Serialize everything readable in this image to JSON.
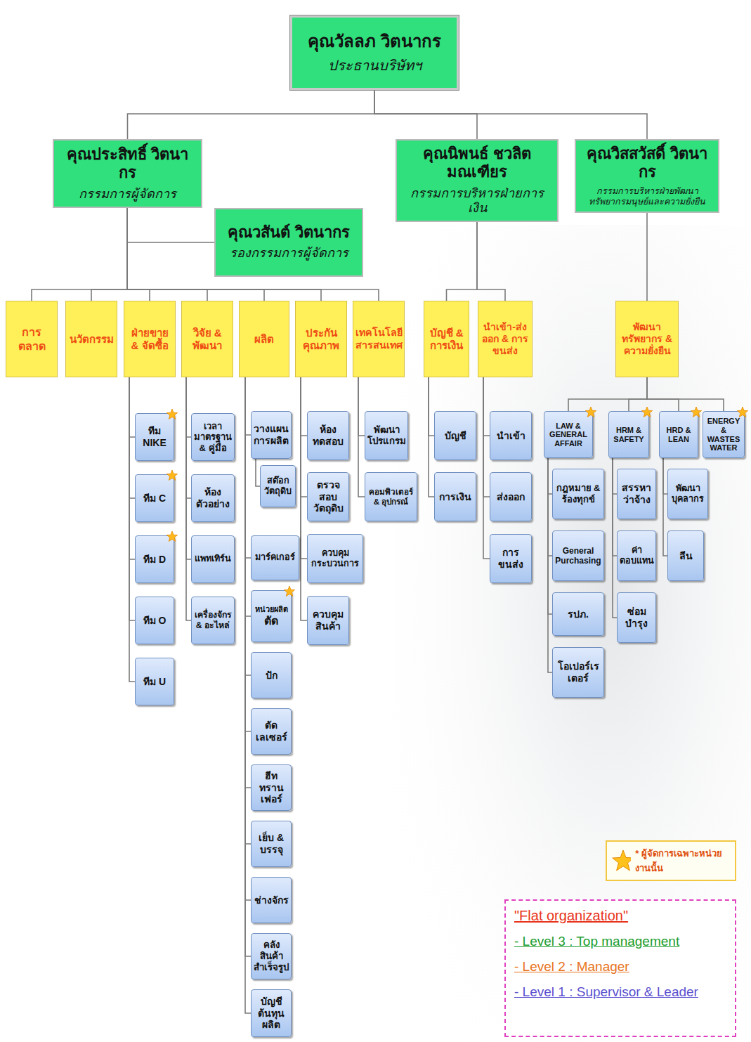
{
  "diagram": {
    "nodes": [
      {
        "text": [
          "คุณวัลลภ วิตนากร",
          "ประธานบริษัทฯ"
        ]
      },
      {
        "text": [
          "คุณประสิทธิ์ วิตนากร",
          "กรรมการผู้จัดการ"
        ]
      },
      {
        "text": [
          "คุณนิพนธ์ ชวลิตมณเฑียร",
          "กรรมการบริหารฝ่ายการเงิน"
        ]
      },
      {
        "text": [
          "คุณวิสสวัสดิ์ วิตนากร",
          "กรรมการบริหารฝ่ายพัฒนาทรัพยากรมนุษย์และความยั่งยืน"
        ]
      },
      {
        "text": [
          "คุณวสันต์ วิตนากร",
          "รองกรรมการผู้จัดการ"
        ]
      },
      {
        "text": [
          "การตลาด"
        ]
      },
      {
        "text": [
          "นวัตกรรม"
        ]
      },
      {
        "text": [
          "ฝ่ายขาย & จัดซื้อ"
        ]
      },
      {
        "text": [
          "วิจัย & พัฒนา"
        ]
      },
      {
        "text": [
          "ผลิต"
        ]
      },
      {
        "text": [
          "ประกันคุณภาพ"
        ]
      },
      {
        "text": [
          "เทคโนโลยีสารสนเทศ"
        ]
      },
      {
        "text": [
          "บัญชี & การเงิน"
        ]
      },
      {
        "text": [
          "นำเข้า-ส่งออก & การขนส่ง"
        ]
      },
      {
        "text": [
          "พัฒนาทรัพยากร & ความยั่งยืน"
        ]
      },
      {
        "text": [
          "ทีม NIKE"
        ]
      },
      {
        "text": [
          "ทีม C"
        ]
      },
      {
        "text": [
          "ทีม D"
        ]
      },
      {
        "text": [
          "ทีม O"
        ]
      },
      {
        "text": [
          "ทีม U"
        ]
      },
      {
        "text": [
          "เวลามาตรฐาน & คู่มือ"
        ]
      },
      {
        "text": [
          "ห้องตัวอย่าง"
        ]
      },
      {
        "text": [
          "แพทเทิร์น"
        ]
      },
      {
        "text": [
          "เครื่องจักร & อะไหล่"
        ]
      },
      {
        "text": [
          "วางแผนการผลิต"
        ]
      },
      {
        "text": [
          "สต๊อกวัตถุดิบ"
        ]
      },
      {
        "text": [
          "มาร์คเกอร์"
        ]
      },
      {
        "text": [
          "หน่วยผลิต",
          "ตัด"
        ]
      },
      {
        "text": [
          "ปัก"
        ]
      },
      {
        "text": [
          "ตัดเลเซอร์"
        ]
      },
      {
        "text": [
          "ฮีท ทรานเฟอร์"
        ]
      },
      {
        "text": [
          "เย็บ & บรรจุ"
        ]
      },
      {
        "text": [
          "ช่างจักร"
        ]
      },
      {
        "text": [
          "คลังสินค้าสำเร็จรูป"
        ]
      },
      {
        "text": [
          "บัญชีต้นทุนผลิต"
        ]
      },
      {
        "text": [
          "ห้องทดสอบ"
        ]
      },
      {
        "text": [
          "ตรวจสอบวัตถุดิบ"
        ]
      },
      {
        "text": [
          "ควบคุมกระบวนการ"
        ]
      },
      {
        "text": [
          "ควบคุมสินค้า"
        ]
      },
      {
        "text": [
          "พัฒนาโปรแกรม"
        ]
      },
      {
        "text": [
          "คอมพิวเตอร์ & อุปกรณ์"
        ]
      },
      {
        "text": [
          "บัญชี"
        ]
      },
      {
        "text": [
          "การเงิน"
        ]
      },
      {
        "text": [
          "นำเข้า"
        ]
      },
      {
        "text": [
          "ส่งออก"
        ]
      },
      {
        "text": [
          "การขนส่ง"
        ]
      },
      {
        "text": [
          "LAW & GENERAL AFFAIR"
        ]
      },
      {
        "text": [
          "HRM & SAFETY"
        ]
      },
      {
        "text": [
          "HRD & LEAN"
        ]
      },
      {
        "text": [
          "ENERGY & WASTES WATER"
        ]
      },
      {
        "text": [
          "กฎหมาย & ร้องทุกข์"
        ]
      },
      {
        "text": [
          "General Purchasing"
        ]
      },
      {
        "text": [
          "รปภ."
        ]
      },
      {
        "text": [
          "โอเปอร์เรเตอร์"
        ]
      },
      {
        "text": [
          "สรรหาว่าจ้าง"
        ]
      },
      {
        "text": [
          "ค่าตอบแทน"
        ]
      },
      {
        "text": [
          "ซ่อมบำรุง"
        ]
      },
      {
        "text": [
          "พัฒนาบุคลากร"
        ]
      },
      {
        "text": [
          "ลีน"
        ]
      },
      {
        "text": [
          "\"Flat organization\"",
          "- Level 3 : Top management",
          "- Level 2 : Manager",
          "- Level 1 : Supervisor & Leader"
        ]
      }
    ],
    "edges": [
      {
        "from": 0,
        "to": 1,
        "arrow": "none"
      },
      {
        "from": 0,
        "to": 2,
        "arrow": "none"
      },
      {
        "from": 0,
        "to": 3,
        "arrow": "none"
      },
      {
        "from": 1,
        "to": 4,
        "arrow": "none"
      },
      {
        "from": 1,
        "to": 5,
        "arrow": "none"
      },
      {
        "from": 1,
        "to": 6,
        "arrow": "none"
      },
      {
        "from": 1,
        "to": 7,
        "arrow": "none"
      },
      {
        "from": 1,
        "to": 8,
        "arrow": "none"
      },
      {
        "from": 1,
        "to": 9,
        "arrow": "none"
      },
      {
        "from": 1,
        "to": 10,
        "arrow": "none"
      },
      {
        "from": 1,
        "to": 11,
        "arrow": "none"
      },
      {
        "from": 2,
        "to": 12,
        "arrow": "none"
      },
      {
        "from": 2,
        "to": 13,
        "arrow": "none"
      },
      {
        "from": 3,
        "to": 14,
        "arrow": "none"
      },
      {
        "from": 7,
        "to": 15,
        "arrow": "none"
      },
      {
        "from": 7,
        "to": 16,
        "arrow": "none"
      },
      {
        "from": 7,
        "to": 17,
        "arrow": "none"
      },
      {
        "from": 7,
        "to": 18,
        "arrow": "none"
      },
      {
        "from": 7,
        "to": 19,
        "arrow": "none"
      },
      {
        "from": 8,
        "to": 20,
        "arrow": "none"
      },
      {
        "from": 8,
        "to": 21,
        "arrow": "none"
      },
      {
        "from": 8,
        "to": 22,
        "arrow": "none"
      },
      {
        "from": 8,
        "to": 23,
        "arrow": "none"
      },
      {
        "from": 9,
        "to": 24,
        "arrow": "none"
      },
      {
        "from": 24,
        "to": 25,
        "arrow": "none"
      },
      {
        "from": 9,
        "to": 26,
        "arrow": "none"
      },
      {
        "from": 9,
        "to": 27,
        "arrow": "none"
      },
      {
        "from": 9,
        "to": 28,
        "arrow": "none"
      },
      {
        "from": 9,
        "to": 29,
        "arrow": "none"
      },
      {
        "from": 9,
        "to": 30,
        "arrow": "none"
      },
      {
        "from": 9,
        "to": 31,
        "arrow": "none"
      },
      {
        "from": 9,
        "to": 32,
        "arrow": "none"
      },
      {
        "from": 9,
        "to": 33,
        "arrow": "none"
      },
      {
        "from": 9,
        "to": 34,
        "arrow": "none"
      },
      {
        "from": 10,
        "to": 35,
        "arrow": "none"
      },
      {
        "from": 10,
        "to": 36,
        "arrow": "none"
      },
      {
        "from": 10,
        "to": 37,
        "arrow": "none"
      },
      {
        "from": 10,
        "to": 38,
        "arrow": "none"
      },
      {
        "from": 11,
        "to": 39,
        "arrow": "none"
      },
      {
        "from": 11,
        "to": 40,
        "arrow": "none"
      },
      {
        "from": 12,
        "to": 41,
        "arrow": "none"
      },
      {
        "from": 12,
        "to": 42,
        "arrow": "none"
      },
      {
        "from": 13,
        "to": 43,
        "arrow": "none"
      },
      {
        "from": 13,
        "to": 44,
        "arrow": "none"
      },
      {
        "from": 13,
        "to": 45,
        "arrow": "none"
      },
      {
        "from": 14,
        "to": 46,
        "arrow": "none"
      },
      {
        "from": 14,
        "to": 47,
        "arrow": "none"
      },
      {
        "from": 14,
        "to": 48,
        "arrow": "none"
      },
      {
        "from": 14,
        "to": 49,
        "arrow": "none"
      },
      {
        "from": 46,
        "to": 50,
        "arrow": "none"
      },
      {
        "from": 46,
        "to": 51,
        "arrow": "none"
      },
      {
        "from": 46,
        "to": 52,
        "arrow": "none"
      },
      {
        "from": 46,
        "to": 53,
        "arrow": "none"
      },
      {
        "from": 47,
        "to": 54,
        "arrow": "none"
      },
      {
        "from": 47,
        "to": 55,
        "arrow": "none"
      },
      {
        "from": 47,
        "to": 56,
        "arrow": "none"
      },
      {
        "from": 48,
        "to": 57,
        "arrow": "none"
      },
      {
        "from": 48,
        "to": 58,
        "arrow": "none"
      }
    ],
    "legend": [
      {
        "text": "* ผู้จัดการเฉพาะหน่วยงานนั้น"
      }
    ]
  }
}
